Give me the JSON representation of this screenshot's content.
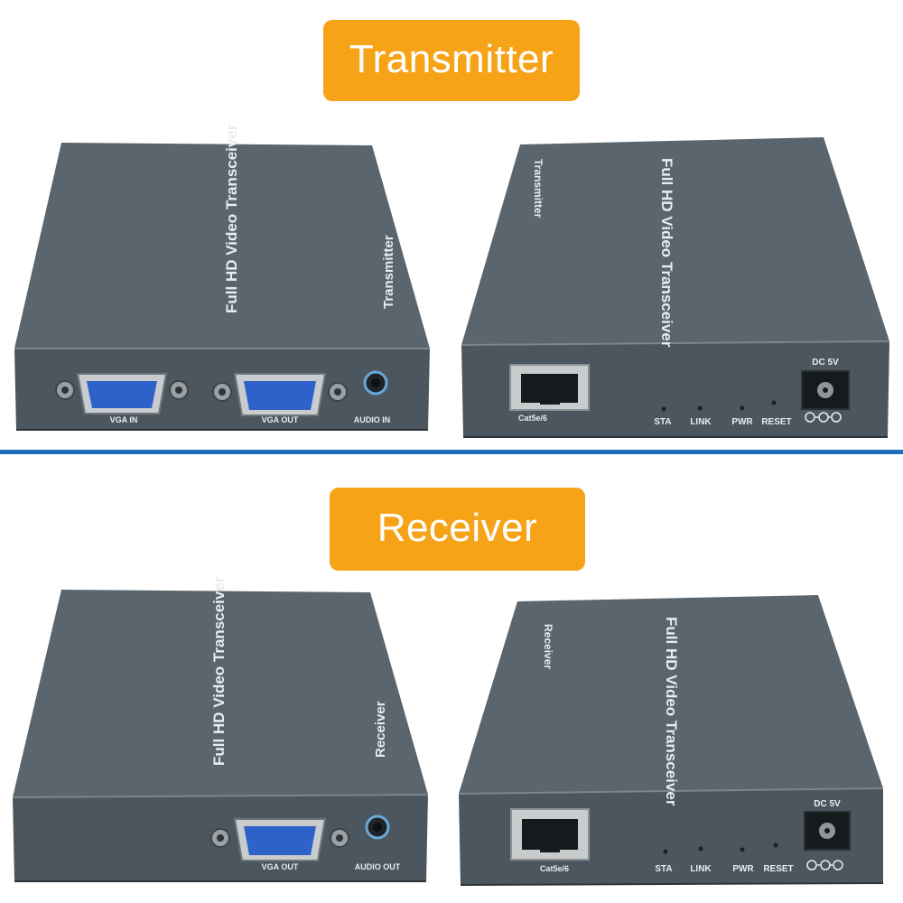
{
  "colors": {
    "accent_orange": "#f6a317",
    "divider_blue": "#1f6fc1",
    "device_body": "#4e5a62",
    "device_top": "#5b666e",
    "port_blue": "#2e62c9"
  },
  "transmitter": {
    "banner": "Transmitter",
    "front_unit": {
      "top_title": "Full HD Video Transceiver",
      "top_model": "Transmitter",
      "ports": {
        "vga_in": "VGA IN",
        "vga_out": "VGA OUT",
        "audio_in": "AUDIO IN"
      }
    },
    "rear_unit": {
      "top_title": "Full HD Video Transceiver",
      "top_model": "Transmitter",
      "rj45": "Cat5e/6",
      "leds": [
        "STA",
        "LINK",
        "PWR",
        "RESET"
      ],
      "dc_label": "DC 5V"
    }
  },
  "receiver": {
    "banner": "Receiver",
    "front_unit": {
      "top_title": "Full HD Video Transceiver",
      "top_model": "Receiver",
      "ports": {
        "vga_out": "VGA OUT",
        "audio_out": "AUDIO OUT"
      }
    },
    "rear_unit": {
      "top_title": "Full HD Video Transceiver",
      "top_model": "Receiver",
      "rj45": "Cat5e/6",
      "leds": [
        "STA",
        "LINK",
        "PWR",
        "RESET"
      ],
      "dc_label": "DC 5V"
    }
  }
}
